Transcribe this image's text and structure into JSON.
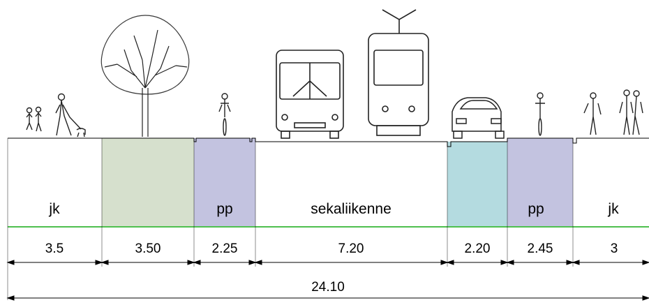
{
  "lanes": [
    {
      "key": "jk-left",
      "label": "jk",
      "width": "3.5",
      "color": "#ffffff"
    },
    {
      "key": "tree-zone",
      "label": "",
      "width": "3.50",
      "color": "#d6e0cd"
    },
    {
      "key": "pp-left",
      "label": "pp",
      "width": "2.25",
      "color": "#c3c3e0"
    },
    {
      "key": "sekaliikenne",
      "label": "sekaliikenne",
      "width": "7.20",
      "color": "#ffffff"
    },
    {
      "key": "parking",
      "label": "",
      "width": "2.20",
      "color": "#b4dbe0"
    },
    {
      "key": "pp-right",
      "label": "pp",
      "width": "2.45",
      "color": "#c3c3e0"
    },
    {
      "key": "jk-right",
      "label": "jk",
      "width": "3",
      "color": "#ffffff"
    }
  ],
  "total_width": "24.10",
  "colors": {
    "green_line": "#4ec04e",
    "outline": "#000000",
    "icon_gray": "#222222"
  },
  "icons": [
    "pedestrians-with-dog-icon",
    "tree-icon",
    "cyclist-icon",
    "bus-icon",
    "tram-icon",
    "car-icon",
    "cyclist-icon",
    "pedestrians-icon"
  ]
}
